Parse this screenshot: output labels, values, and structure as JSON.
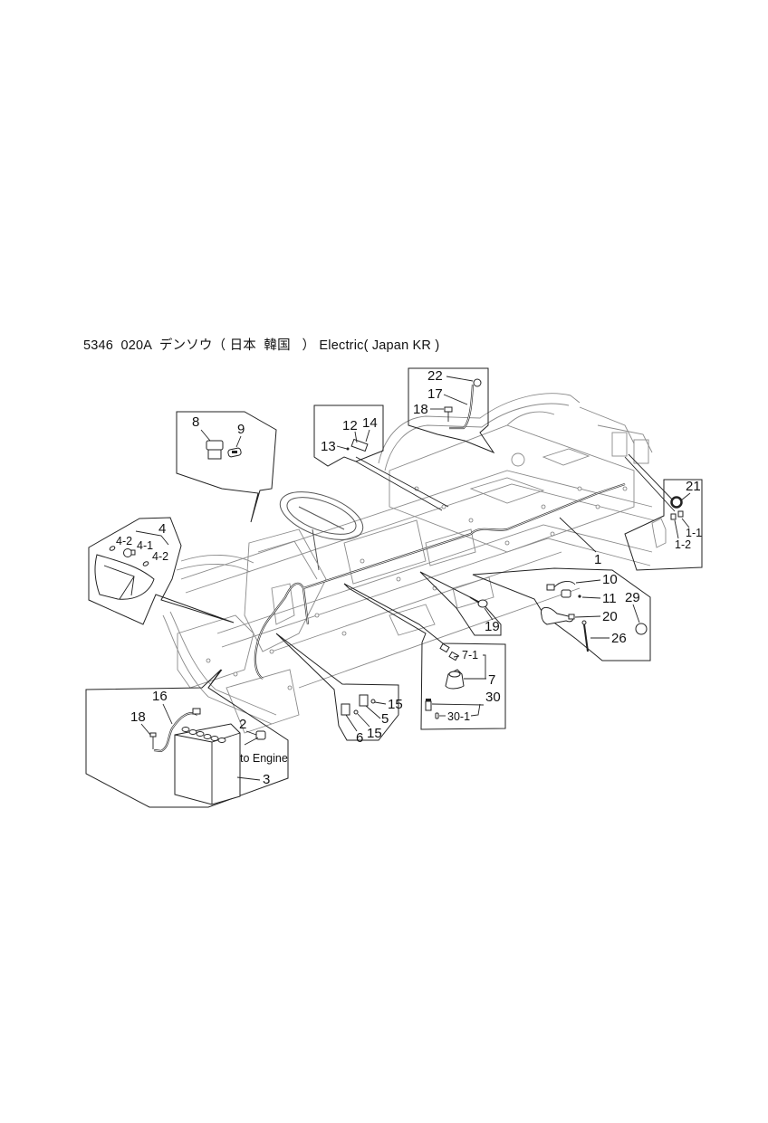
{
  "title": "5346  020A  デンソウ（ 日本  韓国   ） Electric( Japan KR )",
  "diagram": {
    "assembly_code": "5346",
    "variant": "020A",
    "name_jp": "デンソウ（ 日本  韓国   ）",
    "name_en": "Electric( Japan KR )",
    "callouts": [
      {
        "id": "box-8-9",
        "labels": [
          "8",
          "9"
        ]
      },
      {
        "id": "box-12-14",
        "labels": [
          "12",
          "14",
          "13"
        ]
      },
      {
        "id": "box-22-17-18",
        "labels": [
          "22",
          "17",
          "18"
        ]
      },
      {
        "id": "box-21",
        "labels": [
          "21",
          "1-1",
          "1-2"
        ]
      },
      {
        "id": "box-4",
        "labels": [
          "4",
          "4-2",
          "4-1",
          "4-2"
        ]
      },
      {
        "id": "box-10",
        "labels": [
          "10",
          "11",
          "20",
          "26",
          "29"
        ]
      },
      {
        "id": "box-19",
        "labels": [
          "19"
        ]
      },
      {
        "id": "box-7",
        "labels": [
          "7-1",
          "7",
          "30",
          "30-1"
        ]
      },
      {
        "id": "box-5-6",
        "labels": [
          "15",
          "5",
          "6",
          "15"
        ]
      },
      {
        "id": "box-battery",
        "labels": [
          "16",
          "18",
          "2",
          "3"
        ],
        "note": "to Engine"
      }
    ],
    "main_label": "1"
  },
  "labels": {
    "l1": "1",
    "l2": "2",
    "l3": "3",
    "l4": "4",
    "l4_1": "4-1",
    "l4_2a": "4-2",
    "l4_2b": "4-2",
    "l5": "5",
    "l6": "6",
    "l7": "7",
    "l7_1": "7-1",
    "l8": "8",
    "l9": "9",
    "l10": "10",
    "l11": "11",
    "l12": "12",
    "l13": "13",
    "l14": "14",
    "l15a": "15",
    "l15b": "15",
    "l16": "16",
    "l17": "17",
    "l18a": "18",
    "l18b": "18",
    "l19": "19",
    "l20": "20",
    "l21": "21",
    "l22": "22",
    "l26": "26",
    "l29": "29",
    "l30": "30",
    "l30_1": "30-1",
    "l1_1": "1-1",
    "l1_2": "1-2",
    "to_engine": "to Engine"
  }
}
